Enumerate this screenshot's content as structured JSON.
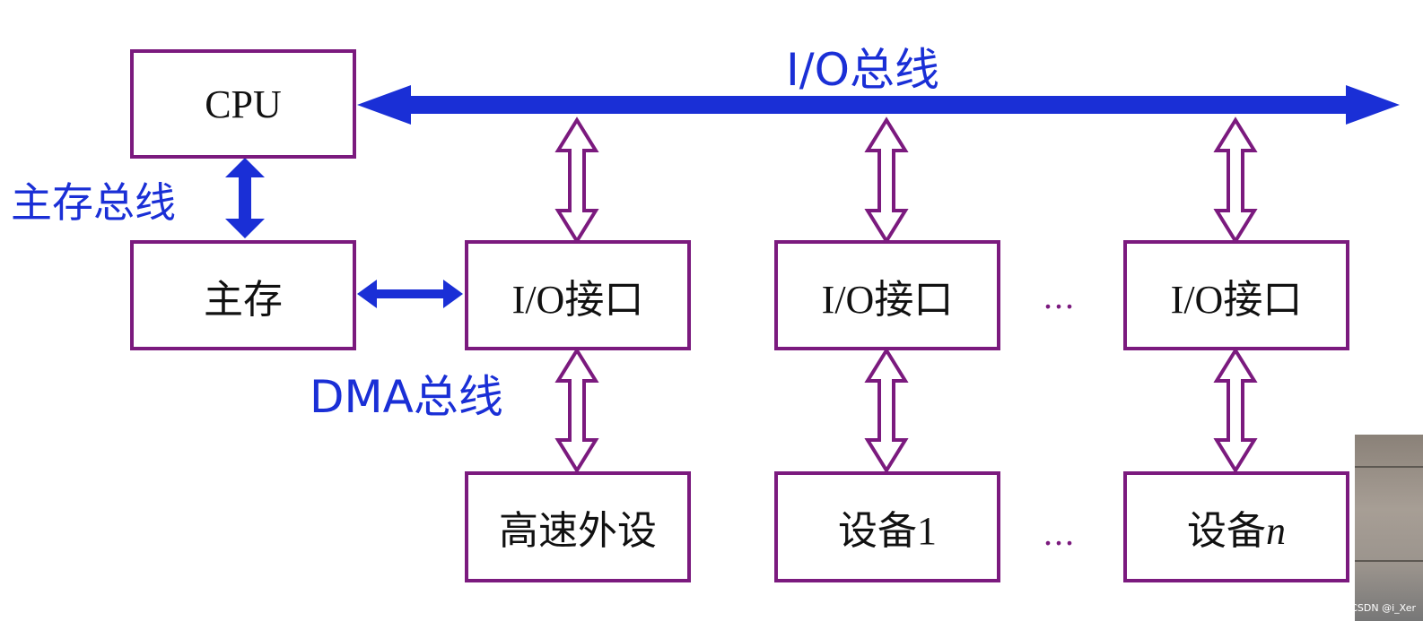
{
  "diagram": {
    "labels": {
      "io_bus": "I/O总线",
      "main_memory_bus": "主存总线",
      "dma_bus": "DMA总线"
    },
    "boxes": {
      "cpu": "CPU",
      "main_memory": "主存",
      "io_interface_1": "I/O接口",
      "io_interface_2": "I/O接口",
      "io_interface_n": "I/O接口",
      "high_speed_peripheral": "高速外设",
      "device_1": "设备1",
      "device_n_prefix": "设备",
      "device_n_suffix": "n"
    },
    "ellipsis": "…",
    "colors": {
      "box_border": "#7b1a7e",
      "bus_blue": "#1a2fd6",
      "text": "#111111"
    }
  },
  "watermark": "CSDN @i_Xer"
}
